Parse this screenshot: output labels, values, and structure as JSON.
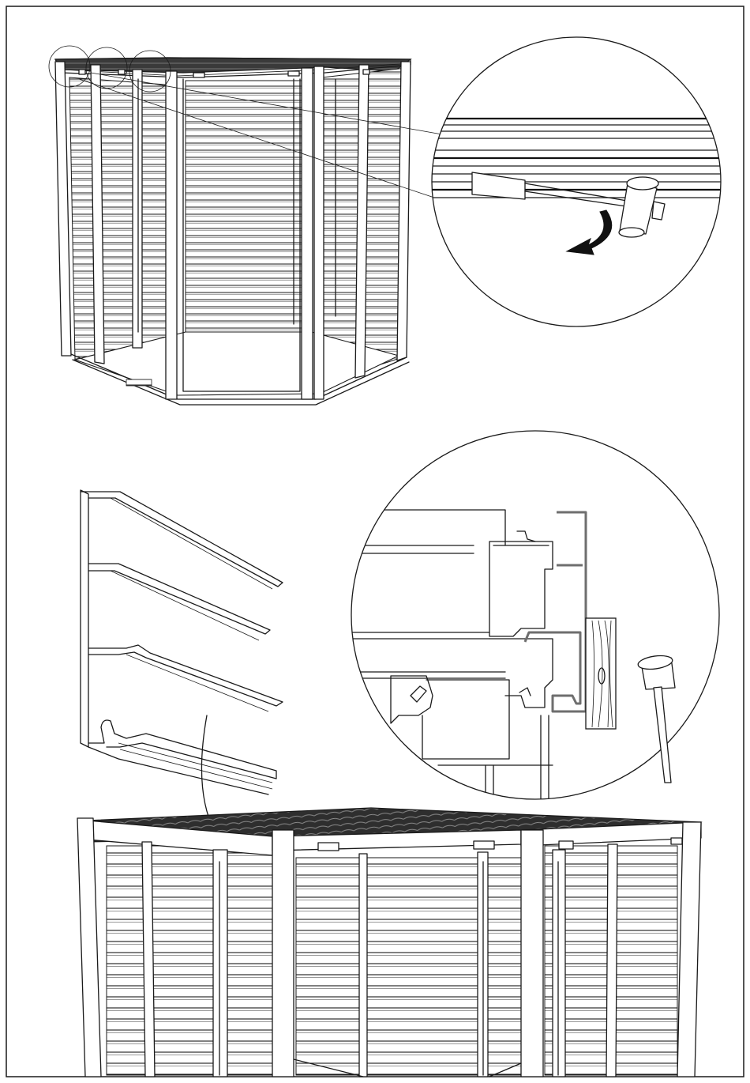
{
  "illustration": {
    "step": "greenhouse-roof-edge-profile-installation",
    "icons": [
      "mallet-icon",
      "rotate-arrow-icon",
      "wood-block-icon",
      "profile-cross-section",
      "roof-gutter-profile"
    ],
    "colors": {
      "line": "#1a1a1a",
      "roof": "#333333",
      "highlight": "#6e6e6e",
      "background": "#ffffff"
    }
  }
}
